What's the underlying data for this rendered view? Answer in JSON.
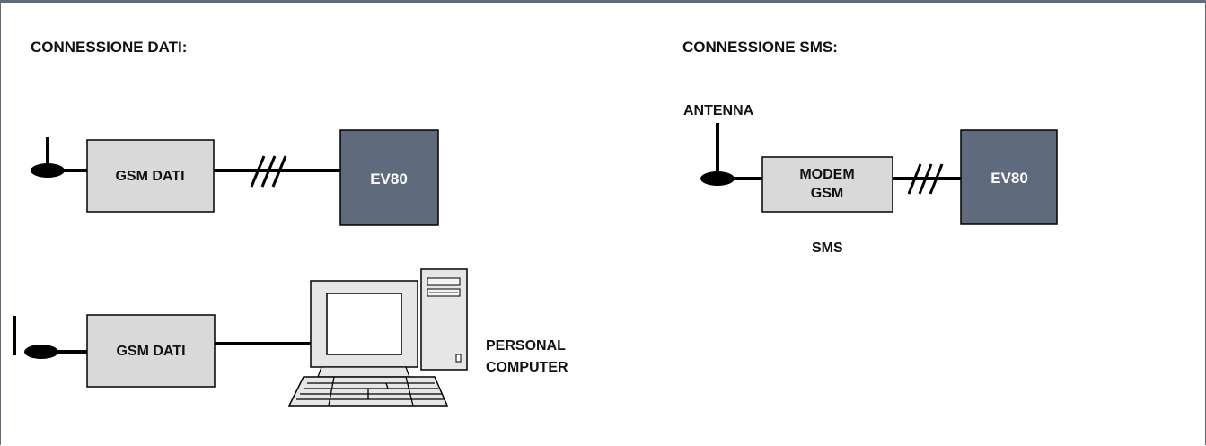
{
  "left_panel": {
    "title": "CONNESSIONE DATI:",
    "top_modem_label": "GSM DATI",
    "top_device_label": "EV80",
    "bottom_modem_label": "GSM DATI",
    "pc_label_line1": "PERSONAL",
    "pc_label_line2": "COMPUTER"
  },
  "right_panel": {
    "title": "CONNESSIONE SMS:",
    "antenna_label": "ANTENNA",
    "modem_label_line1": "MODEM",
    "modem_label_line2": "GSM",
    "device_label": "EV80",
    "caption": "SMS"
  },
  "colors": {
    "device_fill": "#5f6b7d",
    "modem_fill": "#d9d9d9",
    "frame": "#5f6b7d"
  },
  "icons": [
    "antenna-icon",
    "serial-cable-icon",
    "personal-computer-icon"
  ]
}
